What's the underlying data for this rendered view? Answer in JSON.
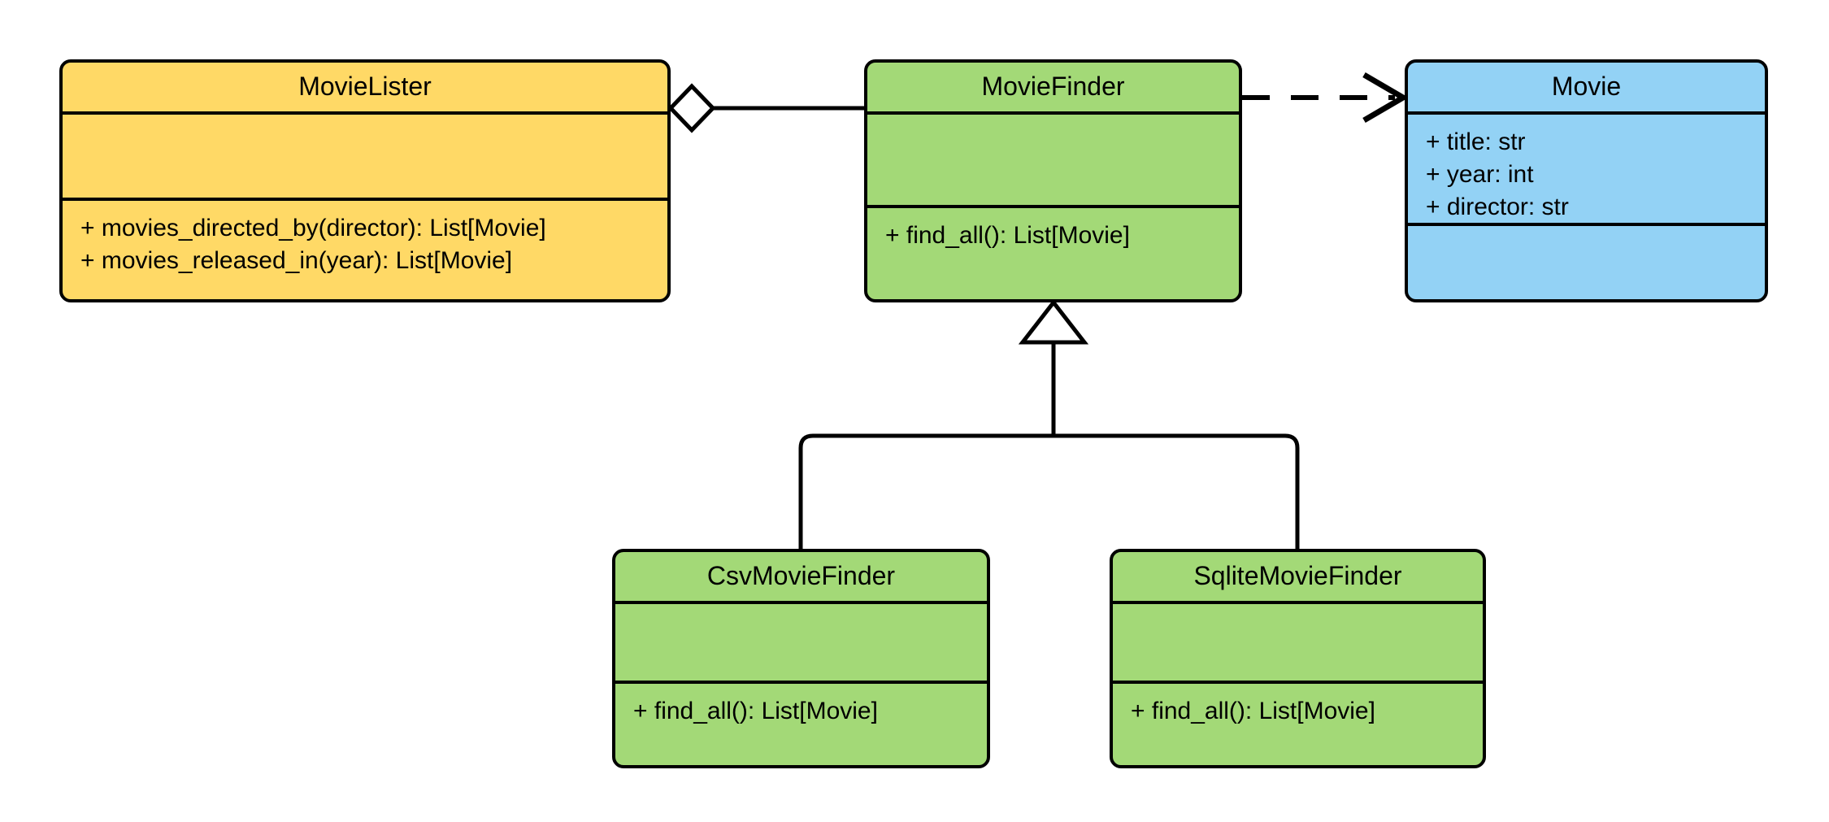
{
  "diagram": {
    "type": "uml-class-diagram",
    "title": "",
    "background": "#ffffff",
    "palette": {
      "yellow": "#FFD966",
      "green": "#A3D977",
      "blue": "#93D2F5",
      "stroke": "#000000"
    }
  },
  "classes": {
    "movielister": {
      "name": "MovieLister",
      "fill": "#FFD966",
      "attributes": [],
      "methods": [
        "+ movies_directed_by(director): List[Movie]",
        "+ movies_released_in(year): List[Movie]"
      ],
      "methods_text": "+ movies_directed_by(director): List[Movie]\n+ movies_released_in(year): List[Movie]"
    },
    "moviefinder": {
      "name": "MovieFinder",
      "fill": "#A3D977",
      "attributes": [],
      "methods": [
        "+ find_all(): List[Movie]"
      ],
      "methods_text": "+ find_all(): List[Movie]"
    },
    "movie": {
      "name": "Movie",
      "fill": "#93D2F5",
      "attributes": [
        "+ title: str",
        "+ year: int",
        "+ director: str"
      ],
      "attributes_text": "+ title: str\n+ year: int\n+ director: str",
      "methods": [],
      "methods_text": ""
    },
    "csvmoviefinder": {
      "name": "CsvMovieFinder",
      "fill": "#A3D977",
      "attributes": [],
      "methods": [
        "+ find_all(): List[Movie]"
      ],
      "methods_text": "+ find_all(): List[Movie]"
    },
    "sqlitemoviefinder": {
      "name": "SqliteMovieFinder",
      "fill": "#A3D977",
      "attributes": [],
      "methods": [
        "+ find_all(): List[Movie]"
      ],
      "methods_text": "+ find_all(): List[Movie]"
    }
  },
  "relationships": [
    {
      "id": "aggregation-movielister-moviefinder",
      "kind": "aggregation",
      "from": "MovieLister",
      "to": "MovieFinder",
      "style": "solid",
      "source_decoration": "hollow-diamond",
      "target_decoration": "none",
      "label": ""
    },
    {
      "id": "dependency-moviefinder-movie",
      "kind": "dependency",
      "from": "MovieFinder",
      "to": "Movie",
      "style": "dashed",
      "source_decoration": "none",
      "target_decoration": "open-arrow",
      "label": ""
    },
    {
      "id": "generalization-csvmoviefinder-moviefinder",
      "kind": "generalization",
      "from": "CsvMovieFinder",
      "to": "MovieFinder",
      "style": "solid",
      "source_decoration": "none",
      "target_decoration": "hollow-triangle",
      "label": ""
    },
    {
      "id": "generalization-sqlitemoviefinder-moviefinder",
      "kind": "generalization",
      "from": "SqliteMovieFinder",
      "to": "MovieFinder",
      "style": "solid",
      "source_decoration": "none",
      "target_decoration": "hollow-triangle",
      "label": ""
    }
  ]
}
